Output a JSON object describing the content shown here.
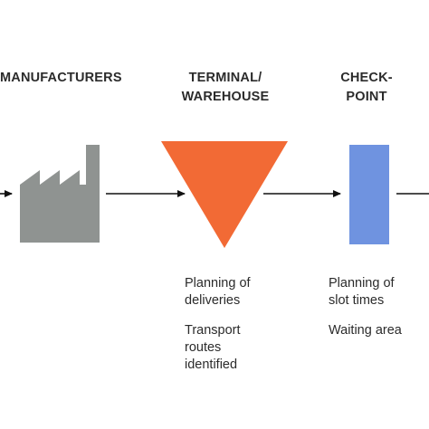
{
  "stages": [
    {
      "id": "manufacturers",
      "title_lines": [
        "MANUFACTURERS"
      ],
      "icon": "factory-icon",
      "color": "#8f9391"
    },
    {
      "id": "terminal",
      "title_lines": [
        "TERMINAL/",
        "WAREHOUSE"
      ],
      "icon": "inverted-triangle",
      "color": "#f26a35"
    },
    {
      "id": "checkpoint",
      "title_lines": [
        "CHECK-",
        "POINT"
      ],
      "icon": "checkpoint-bar",
      "color": "#6f93e0"
    }
  ],
  "notes": {
    "terminal": [
      [
        "Planning of",
        "deliveries"
      ],
      [
        "Transport",
        "routes",
        "identified"
      ]
    ],
    "checkpoint": [
      [
        "Planning of",
        "slot times"
      ],
      [
        "Waiting area"
      ]
    ]
  },
  "colors": {
    "arrow": "#111111",
    "text": "#2b2b2b"
  }
}
